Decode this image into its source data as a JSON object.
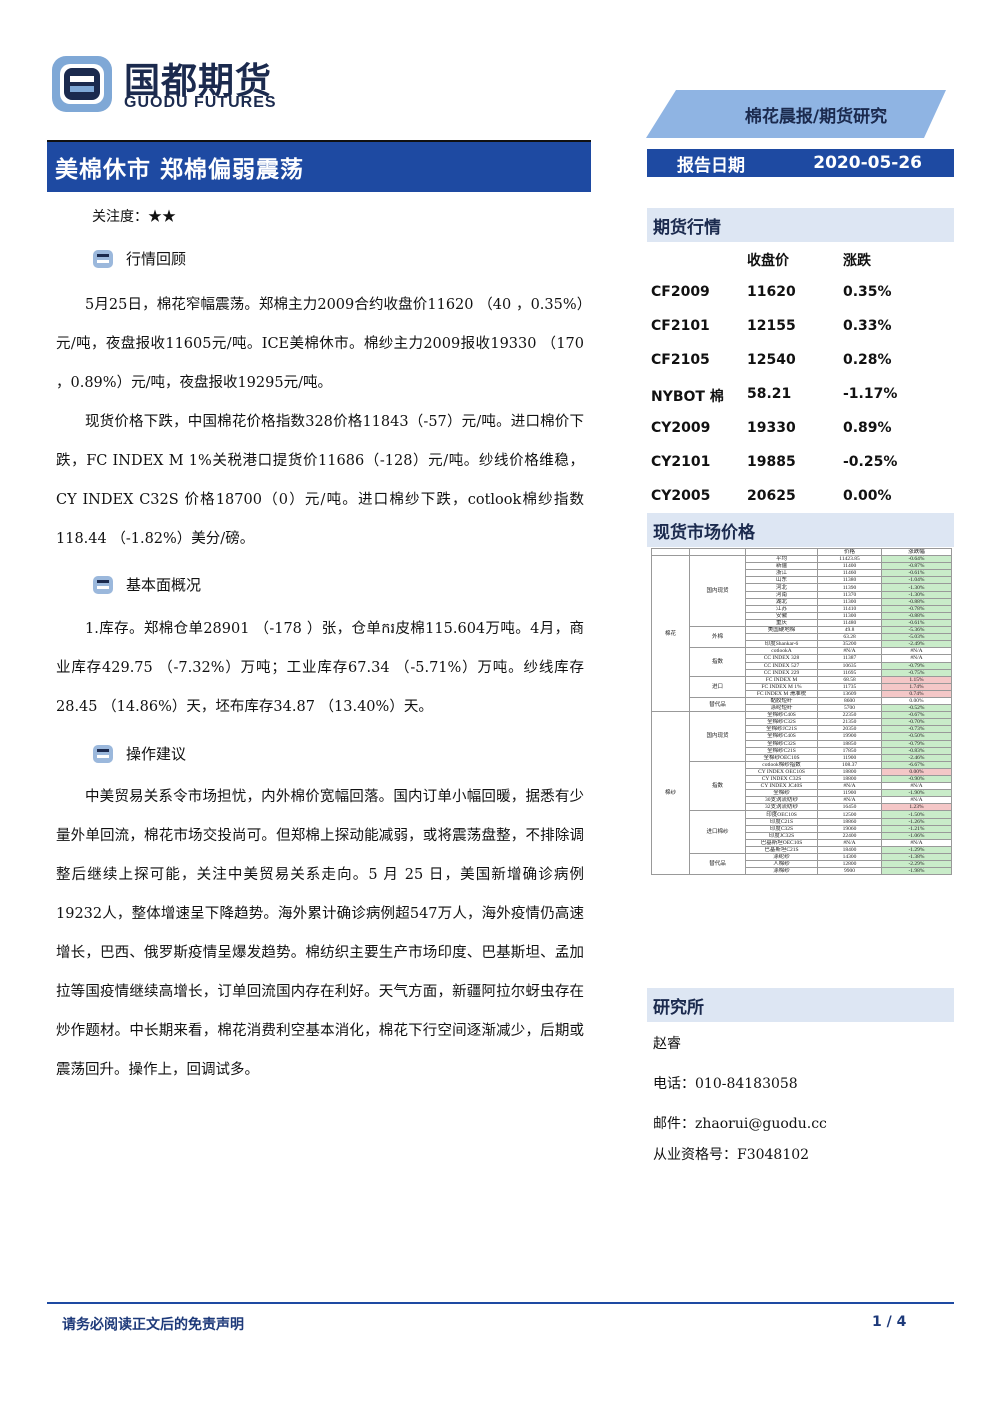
{
  "brand": {
    "name_cn": "国都期货",
    "name_en": "GUODU FUTURES"
  },
  "header": {
    "report_type": "棉花晨报/期货研究",
    "title": "美棉休市  郑棉偏弱震荡",
    "date_label": "报告日期",
    "date_value": "2020-05-26"
  },
  "attention": "关注度：★★",
  "sections": [
    {
      "heading": "行情回顾",
      "paragraphs": [
        "5月25日，棉花窄幅震荡。郑棉主力2009合约收盘价11620 （40 ，0.35%）元/吨，夜盘报收11605元/吨。ICE美棉休市。棉纱主力2009报收19330 （170 ，0.89%）元/吨，夜盘报收19295元/吨。",
        "现货价格下跌，中国棉花价格指数328价格11843（-57）元/吨。进口棉价下跌，FC INDEX M 1%关税港口提货价11686（-128）元/吨。纱线价格维稳，CY INDEX C32S 价格18700（0）元/吨。进口棉纱下跌，cotlook棉纱指数118.44 （-1.82%）美分/磅。"
      ]
    },
    {
      "heading": "基本面概况",
      "paragraphs": [
        "1.库存。郑棉仓单28901 （-178 ）张，仓单ករ皮棉115.604万吨。4月，商业库存429.75 （-7.32%）万吨；工业库存67.34 （-5.71%）万吨。纱线库存28.45 （14.86%）天，坯布库存34.87 （13.40%）天。"
      ]
    },
    {
      "heading": "操作建议",
      "paragraphs": [
        "中美贸易关系令市场担忧，内外棉价宽幅回落。国内订单小幅回暖，据悉有少量外单回流，棉花市场交投尚可。但郑棉上探动能减弱，或将震荡盘整，不排除调整后继续上探可能，关注中美贸易关系走向。5 月 25 日，美国新增确诊病例19232人，整体增速呈下降趋势。海外累计确诊病例超547万人，海外疫情仍高速增长，巴西、俄罗斯疫情呈爆发趋势。棉纺织主要生产市场印度、巴基斯坦、孟加拉等国疫情继续高增长，订单回流国内存在利好。天气方面，新疆阿拉尔蚜虫存在炒作题材。中长期来看，棉花消费利空基本消化，棉花下行空间逐渐减少，后期或震荡回升。操作上，回调试多。"
      ]
    }
  ],
  "futures": {
    "heading": "期货行情",
    "col_close": "收盘价",
    "col_change": "涨跌",
    "rows": [
      {
        "code": "CF2009",
        "close": "11620",
        "change": "0.35%"
      },
      {
        "code": "CF2101",
        "close": "12155",
        "change": "0.33%"
      },
      {
        "code": "CF2105",
        "close": "12540",
        "change": "0.28%"
      },
      {
        "code": "NYBOT 棉",
        "close": "58.21",
        "change": "-1.17%"
      },
      {
        "code": "CY2009",
        "close": "19330",
        "change": "0.89%"
      },
      {
        "code": "CY2101",
        "close": "19885",
        "change": "-0.25%"
      },
      {
        "code": "CY2005",
        "close": "20625",
        "change": "0.00%"
      }
    ]
  },
  "spot": {
    "heading": "现货市场价格",
    "col_price": "价格",
    "col_change": "涨跌幅",
    "rows": [
      {
        "cat": "棉花",
        "sub": "国内现货",
        "name": "平均",
        "price": "11423.85",
        "chg": "-0.64%",
        "dir": "dn"
      },
      {
        "cat": "",
        "sub": "",
        "name": "新疆",
        "price": "11400",
        "chg": "-0.87%",
        "dir": "dn"
      },
      {
        "cat": "",
        "sub": "",
        "name": "浙江",
        "price": "11460",
        "chg": "-0.61%",
        "dir": "dn"
      },
      {
        "cat": "",
        "sub": "",
        "name": "山东",
        "price": "11380",
        "chg": "-1.04%",
        "dir": "dn"
      },
      {
        "cat": "",
        "sub": "",
        "name": "河北",
        "price": "11390",
        "chg": "-1.30%",
        "dir": "dn"
      },
      {
        "cat": "",
        "sub": "",
        "name": "河南",
        "price": "11370",
        "chg": "-1.30%",
        "dir": "dn"
      },
      {
        "cat": "",
        "sub": "",
        "name": "湖北",
        "price": "11300",
        "chg": "-0.88%",
        "dir": "dn"
      },
      {
        "cat": "",
        "sub": "",
        "name": "江苏",
        "price": "11410",
        "chg": "-0.78%",
        "dir": "dn"
      },
      {
        "cat": "",
        "sub": "",
        "name": "安徽",
        "price": "11300",
        "chg": "-0.88%",
        "dir": "dn"
      },
      {
        "cat": "",
        "sub": "",
        "name": "重庆",
        "price": "11480",
        "chg": "-0.61%",
        "dir": "dn"
      },
      {
        "cat": "",
        "sub": "外棉",
        "name": "美国硬地棉",
        "price": "49.8",
        "chg": "-5.36%",
        "dir": "dn"
      },
      {
        "cat": "",
        "sub": "",
        "name": "",
        "price": "63.28",
        "chg": "-5.03%",
        "dir": "dn"
      },
      {
        "cat": "",
        "sub": "",
        "name": "印度Shankar-6",
        "price": "35200",
        "chg": "-2.49%",
        "dir": "dn"
      },
      {
        "cat": "",
        "sub": "指数",
        "name": "cotlookA",
        "price": "#N/A",
        "chg": "#N/A",
        "dir": ""
      },
      {
        "cat": "",
        "sub": "",
        "name": "CC INDEX 328",
        "price": "11387",
        "chg": "#N/A",
        "dir": ""
      },
      {
        "cat": "",
        "sub": "",
        "name": "CC INDEX 527",
        "price": "10635",
        "chg": "-0.79%",
        "dir": "dn"
      },
      {
        "cat": "",
        "sub": "",
        "name": "CC INDEX 229",
        "price": "11695",
        "chg": "-0.75%",
        "dir": "dn"
      },
      {
        "cat": "",
        "sub": "进口",
        "name": "FC INDEX M",
        "price": "68.58",
        "chg": "1.15%",
        "dir": "up"
      },
      {
        "cat": "",
        "sub": "",
        "name": "FC INDEX M 1%",
        "price": "11735",
        "chg": "1.74%",
        "dir": "up"
      },
      {
        "cat": "",
        "sub": "",
        "name": "FC INDEX M 滑准税",
        "price": "13609",
        "chg": "0.74%",
        "dir": "up"
      },
      {
        "cat": "",
        "sub": "替代品",
        "name": "黏胶短纤",
        "price": "8600",
        "chg": "0.00%",
        "dir": ""
      },
      {
        "cat": "",
        "sub": "",
        "name": "涤纶短纤",
        "price": "5700",
        "chg": "-0.52%",
        "dir": "dn"
      },
      {
        "cat": "棉纱",
        "sub": "国内现货",
        "name": "全棉纱C40S",
        "price": "22350",
        "chg": "-0.67%",
        "dir": "dn"
      },
      {
        "cat": "",
        "sub": "",
        "name": "全棉纱C32S",
        "price": "21350",
        "chg": "-0.70%",
        "dir": "dn"
      },
      {
        "cat": "",
        "sub": "",
        "name": "全棉纱JC21S",
        "price": "20350",
        "chg": "-0.73%",
        "dir": "dn"
      },
      {
        "cat": "",
        "sub": "",
        "name": "全棉纱C40S",
        "price": "19900",
        "chg": "-0.50%",
        "dir": "dn"
      },
      {
        "cat": "",
        "sub": "",
        "name": "全棉纱C32S",
        "price": "18850",
        "chg": "-0.79%",
        "dir": "dn"
      },
      {
        "cat": "",
        "sub": "",
        "name": "全棉纱C21S",
        "price": "17850",
        "chg": "-0.83%",
        "dir": "dn"
      },
      {
        "cat": "",
        "sub": "",
        "name": "全棉纱OEC10S",
        "price": "11900",
        "chg": "-2.46%",
        "dir": "dn"
      },
      {
        "cat": "",
        "sub": "指数",
        "name": "cotlook棉纱指数",
        "price": "108.37",
        "chg": "-6.67%",
        "dir": "dn"
      },
      {
        "cat": "",
        "sub": "",
        "name": "CY INDEX OEC10S",
        "price": "18800",
        "chg": "0.00%",
        "dir": "up"
      },
      {
        "cat": "",
        "sub": "",
        "name": "CY INDEX C32S",
        "price": "18800",
        "chg": "-0.90%",
        "dir": "dn"
      },
      {
        "cat": "",
        "sub": "",
        "name": "CY INDEX JC40S",
        "price": "#N/A",
        "chg": "#N/A",
        "dir": ""
      },
      {
        "cat": "",
        "sub": "",
        "name": "全棉纱",
        "price": "11900",
        "chg": "-1.90%",
        "dir": "dn"
      },
      {
        "cat": "",
        "sub": "",
        "name": "30支涡流纺纱",
        "price": "#N/A",
        "chg": "#N/A",
        "dir": ""
      },
      {
        "cat": "",
        "sub": "",
        "name": "32支涡流纺纱",
        "price": "16450",
        "chg": "1.23%",
        "dir": "up"
      },
      {
        "cat": "",
        "sub": "进口棉纱",
        "name": "印度OEC10S",
        "price": "12500",
        "chg": "-1.50%",
        "dir": "dn"
      },
      {
        "cat": "",
        "sub": "",
        "name": "印度C21S",
        "price": "18860",
        "chg": "-1.26%",
        "dir": "dn"
      },
      {
        "cat": "",
        "sub": "",
        "name": "印度C32S",
        "price": "19060",
        "chg": "-1.21%",
        "dir": "dn"
      },
      {
        "cat": "",
        "sub": "",
        "name": "印度JC32S",
        "price": "22400",
        "chg": "-1.06%",
        "dir": "dn"
      },
      {
        "cat": "",
        "sub": "",
        "name": "巴基斯坦OEC10S",
        "price": "#N/A",
        "chg": "#N/A",
        "dir": ""
      },
      {
        "cat": "",
        "sub": "",
        "name": "巴基斯坦C21S",
        "price": "18400",
        "chg": "-1.29%",
        "dir": "dn"
      },
      {
        "cat": "",
        "sub": "替代品",
        "name": "涤纶纱",
        "price": "14300",
        "chg": "-1.38%",
        "dir": "dn"
      },
      {
        "cat": "",
        "sub": "",
        "name": "人棉纱",
        "price": "12800",
        "chg": "-2.29%",
        "dir": "dn"
      },
      {
        "cat": "",
        "sub": "",
        "name": "涤棉纱",
        "price": "9900",
        "chg": "-1.98%",
        "dir": "dn"
      }
    ]
  },
  "research": {
    "heading": "研究所",
    "analyst": "赵睿",
    "phone": "电话：010-84183058",
    "email": "邮件：zhaorui@guodu.cc",
    "license": "从业资格号：F3048102"
  },
  "footer": {
    "disclaimer": "请务必阅读正文后的免责声明",
    "page": "1 / 4"
  },
  "colors": {
    "brand_blue": "#1e4aa2",
    "tag_blue": "#8fb4e3",
    "navy": "#1b2a4e"
  }
}
